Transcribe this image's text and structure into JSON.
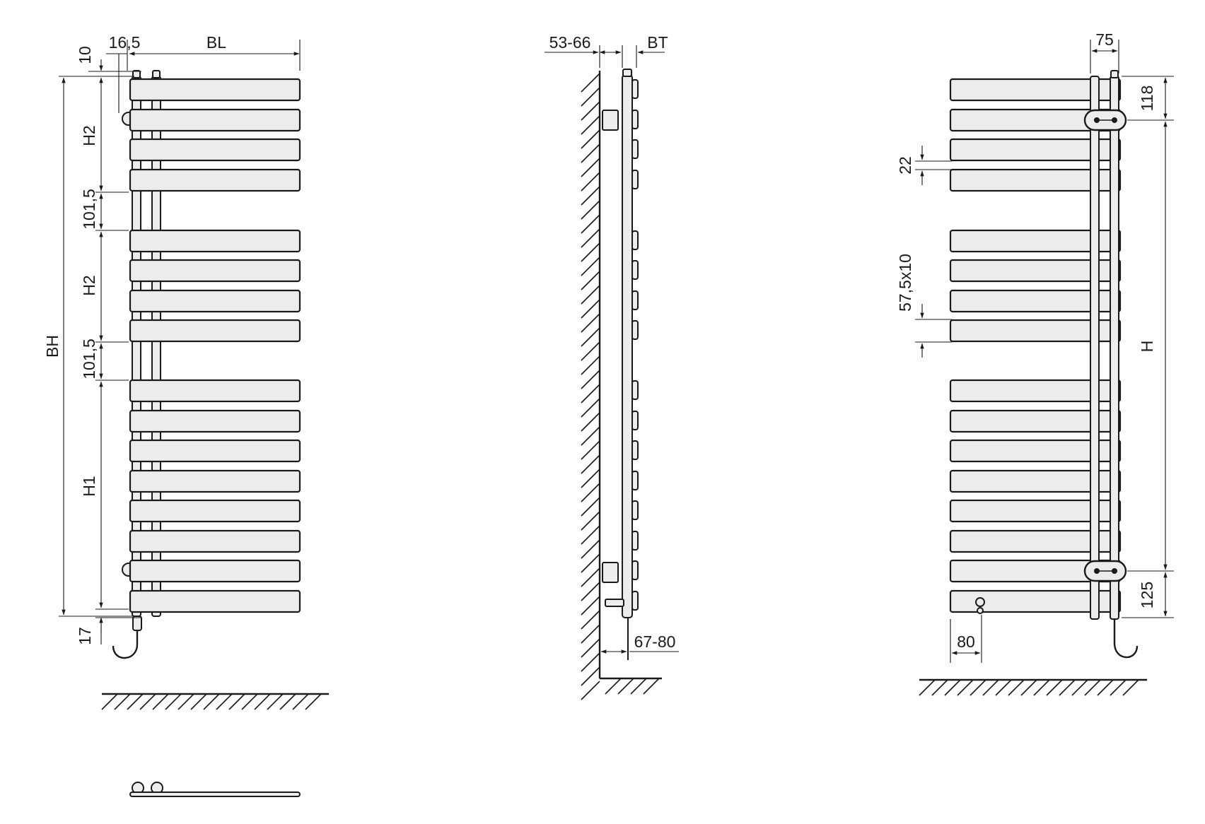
{
  "colors": {
    "line": "#1a1a1a",
    "fill": "#ececec",
    "background": "#ffffff"
  },
  "front_view": {
    "dims": {
      "top_gap": "10",
      "pipe_offset": "16,5",
      "length": "BL",
      "total_height": "BH",
      "section_h2_upper": "H2",
      "gap_upper": "101,5",
      "section_h2_lower": "H2",
      "gap_lower": "101,5",
      "section_h1": "H1",
      "bottom_gap": "17"
    }
  },
  "side_view": {
    "dims": {
      "wall_distance": "53-66",
      "depth": "BT",
      "bottom_wall_distance": "67-80"
    }
  },
  "rear_view": {
    "dims": {
      "bracket_width": "75",
      "top_to_bracket": "118",
      "bar_height": "22",
      "bar_pitch": "57,5x10",
      "bracket_distance": "H",
      "bottom_to_bracket": "125",
      "element_offset": "80"
    }
  }
}
